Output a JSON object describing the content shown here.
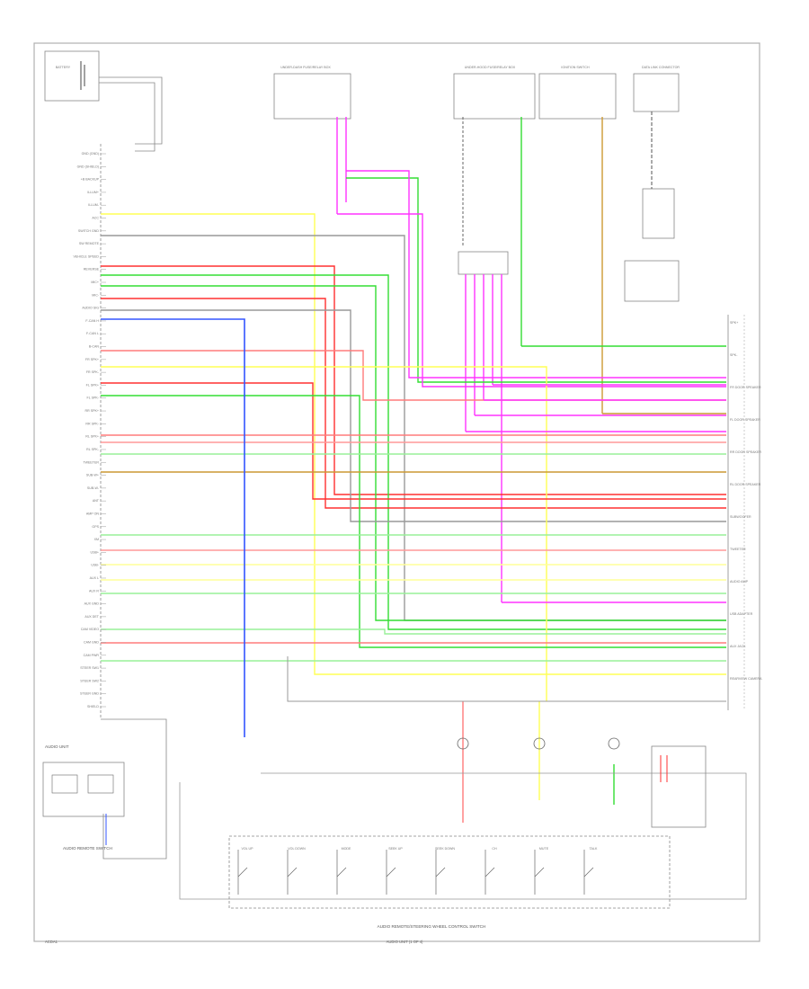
{
  "footer": {
    "left_code": "ACDA1",
    "center_text": "AUDIO UNIT (1 OF 4)",
    "bottom_unit_title": "AUDIO REMOTE/STEERING WHEEL CONTROL SWITCH"
  },
  "top_components": [
    "BATTERY",
    "UNDER-DASH FUSE/RELAY BOX",
    "UNDER-HOOD FUSE/RELAY BOX",
    "IGNITION SWITCH",
    "DATA LINK CONNECTOR"
  ],
  "left_unit_title": "AUDIO UNIT",
  "left_pins": [
    "GND (GND)",
    "GND (SHIELD)",
    "+B BACKUP",
    "ILLUM+",
    "ILLUM-",
    "ACC",
    "SWITCH GND",
    "SW REMOTE",
    "VEHICLE SPEED",
    "REVERSE",
    "MIC+",
    "MIC-",
    "AUDIO SIG",
    "F-CAN H",
    "F-CAN L",
    "B-CAN",
    "FR SPK+",
    "FR SPK-",
    "FL SPK+",
    "FL SPK-",
    "RR SPK+",
    "RR SPK-",
    "RL SPK+",
    "RL SPK-",
    "TWEETER",
    "SUB-W+",
    "SUB-W-",
    "ANT",
    "AMP ON",
    "GPS",
    "XM",
    "USB+",
    "USB-",
    "AUX L",
    "AUX R",
    "AUX GND",
    "AUX DET",
    "CAM VIDEO",
    "CAM GND",
    "CAM PWR",
    "STEER SW1",
    "STEER SW2",
    "STEER GND",
    "SHIELD"
  ],
  "right_labels": [
    "SPK+",
    "SPK-",
    "FR DOOR SPEAKER",
    "FL DOOR SPEAKER",
    "RR DOOR SPEAKER",
    "RL DOOR SPEAKER",
    "SUBWOOFER",
    "TWEETER",
    "AUDIO AMP",
    "USB ADAPTER",
    "AUX JACK",
    "REARVIEW CAMERA"
  ],
  "bottom_switches": [
    "VOL UP",
    "VOL DOWN",
    "MODE",
    "SEEK UP",
    "SEEK DOWN",
    "CH",
    "MUTE",
    "TALK"
  ],
  "left_bottom_box": "AUDIO REMOTE SWITCH",
  "wire_colors": {
    "red": "#ff3030",
    "pink": "#ff7b7b",
    "magenta": "#ff33ff",
    "green": "#33dd33",
    "light_green": "#99f099",
    "yellow": "#ffff55",
    "light_yellow": "#ffff99",
    "orange_tan": "#cc9933",
    "blue": "#3355ff",
    "gray": "#999999",
    "dark": "#555555",
    "frame": "#b0b0b0"
  }
}
